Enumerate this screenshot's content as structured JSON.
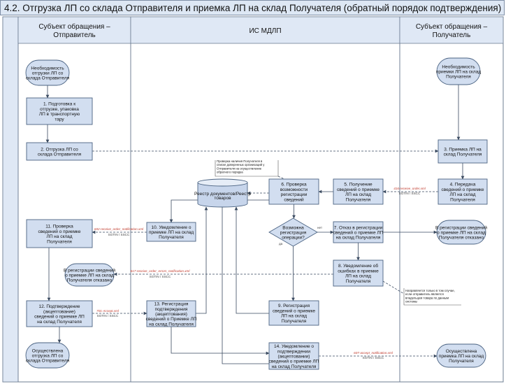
{
  "title": "4.2. Отгрузка ЛП со склада Отправителя и приемка ЛП на склад Получателя (обратный порядок подтверждения)",
  "lanes": [
    [
      "Субъект обращения –",
      "Отправитель"
    ],
    [
      "ИС МДЛП"
    ],
    [
      "Субъект обращения –",
      "Получатель"
    ]
  ],
  "nodes": {
    "start_sender": [
      "Необходимость",
      "отгрузки ЛП со",
      "склада Отправителя"
    ],
    "start_receiver": [
      "Необходимость",
      "приемки ЛП на  склад",
      "Получателя"
    ],
    "s1": [
      "1. Подготовка к",
      "отгрузке, упаковка",
      "ЛП в транспортную",
      "тару"
    ],
    "s2": [
      "2. Отгрузка ЛП со",
      "склада Отправителя"
    ],
    "s3": [
      "3. Приемка ЛП на",
      "склад Получателя"
    ],
    "s4": [
      "4. Передача",
      "сведений о приемке",
      "ЛП на склад",
      "Получателя"
    ],
    "s5": [
      "5. Получение",
      "сведений о приемке",
      "ЛП на склад",
      "Получателя"
    ],
    "s6": [
      "6. Проверка",
      "возможности",
      "регистрации",
      "сведений"
    ],
    "registry": [
      "Реестр документов/Реестр",
      "товаров"
    ],
    "decision": [
      "Возможна",
      "регистрация",
      "операции?"
    ],
    "s7": [
      "7. Отказ в регистрации",
      "сведений о приемке ЛП",
      "на склад Получателя"
    ],
    "end_reject_receiver": [
      "В регистрации сведений",
      "о приемке ЛП на склад",
      "Получателя отказано"
    ],
    "s8": [
      "8. Уведомление об",
      "ошибках в приемке",
      "ЛП на склад",
      "Получателя"
    ],
    "end_reject_sender": [
      "В регистрации сведений",
      "о приемке ЛП на склад",
      "Получателя отказано"
    ],
    "s9": [
      "9. Регистрация",
      "сведений о приемке",
      "ЛП на склад",
      "Получателя"
    ],
    "s10": [
      "10. Уведомление о",
      "приемке ЛП на склад",
      "Получателя"
    ],
    "s11": [
      "11. Проверка",
      "сведений о приемке",
      "ЛП на склад",
      "Получателя"
    ],
    "s12": [
      "12. Подтверждение",
      "(акцептование)",
      "сведений о приемке ЛП",
      "на склад Получателя"
    ],
    "s13": [
      "13. Регистрация",
      "подтверждения",
      "(акцептования)",
      "сведений о Приемке ЛП",
      "на склад Получателя"
    ],
    "s14": [
      "14. Уведомление о",
      "подтверждении",
      "(акцептовании)",
      "сведений о приемке ЛП",
      "на склад Получателя"
    ],
    "end_sender": [
      "Осуществлена",
      "отгрузка ЛП со",
      "склада Отправителя"
    ],
    "end_receiver": [
      "Осуществлена",
      "приемка ЛП на склад",
      "Получателя"
    ]
  },
  "notes": {
    "check_note": [
      "Проверка наличия Получателя в",
      "списке доверенных организаций у",
      "Отправителя на осуществление",
      "обратного порядка"
    ],
    "error_note": [
      "Направляется только в том случае,",
      "если отправитель является",
      "владельцем товара по данным",
      "системы"
    ]
  },
  "labels": {
    "yes": "да",
    "no": "нет",
    "sgtin": "SGTIN / SSCC",
    "msg_416": "416-receive_order.xml",
    "msg_602": "602-receive_order_notification.xml",
    "msg_617": "617-receive_order_errors_notification.xml",
    "msg_701": "701-Accept.xml",
    "msg_607": "607-accept_notification.xml"
  },
  "colors": {
    "title_bg": "#dde7f4",
    "lane_header_bg": "#dfe8f5",
    "node_fill": "#d2def0",
    "node_stroke": "#4b6382",
    "registry_fill": "#c7d5eb",
    "message_label": "#c0392b"
  }
}
